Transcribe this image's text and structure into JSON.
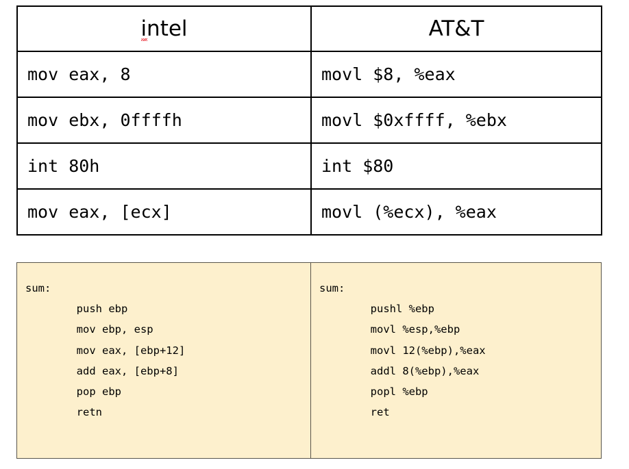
{
  "table": {
    "headers": [
      {
        "label": "intel",
        "misspelled": true
      },
      {
        "label": "AT&T",
        "misspelled": false
      }
    ],
    "rows": [
      {
        "intel": "mov eax, 8",
        "att": "movl $8, %eax"
      },
      {
        "intel": "mov ebx, 0ffffh",
        "att": "movl $0xffff, %ebx"
      },
      {
        "intel": "int 80h",
        "att": "int $80"
      },
      {
        "intel": "mov eax, [ecx]",
        "att": "movl (%ecx), %eax"
      }
    ]
  },
  "code_panel": {
    "background_color": "#FDF0CD",
    "border_color": "#58544A",
    "left": {
      "syntax": "intel",
      "lines": [
        "sum:",
        "        push ebp",
        "        mov ebp, esp",
        "        mov eax, [ebp+12]",
        "        add eax, [ebp+8]",
        "        pop ebp",
        "        retn"
      ]
    },
    "right": {
      "syntax": "AT&T",
      "lines": [
        "sum:",
        "        pushl %ebp",
        "        movl %esp,%ebp",
        "        movl 12(%ebp),%eax",
        "        addl 8(%ebp),%eax",
        "        popl %ebp",
        "        ret"
      ]
    }
  }
}
